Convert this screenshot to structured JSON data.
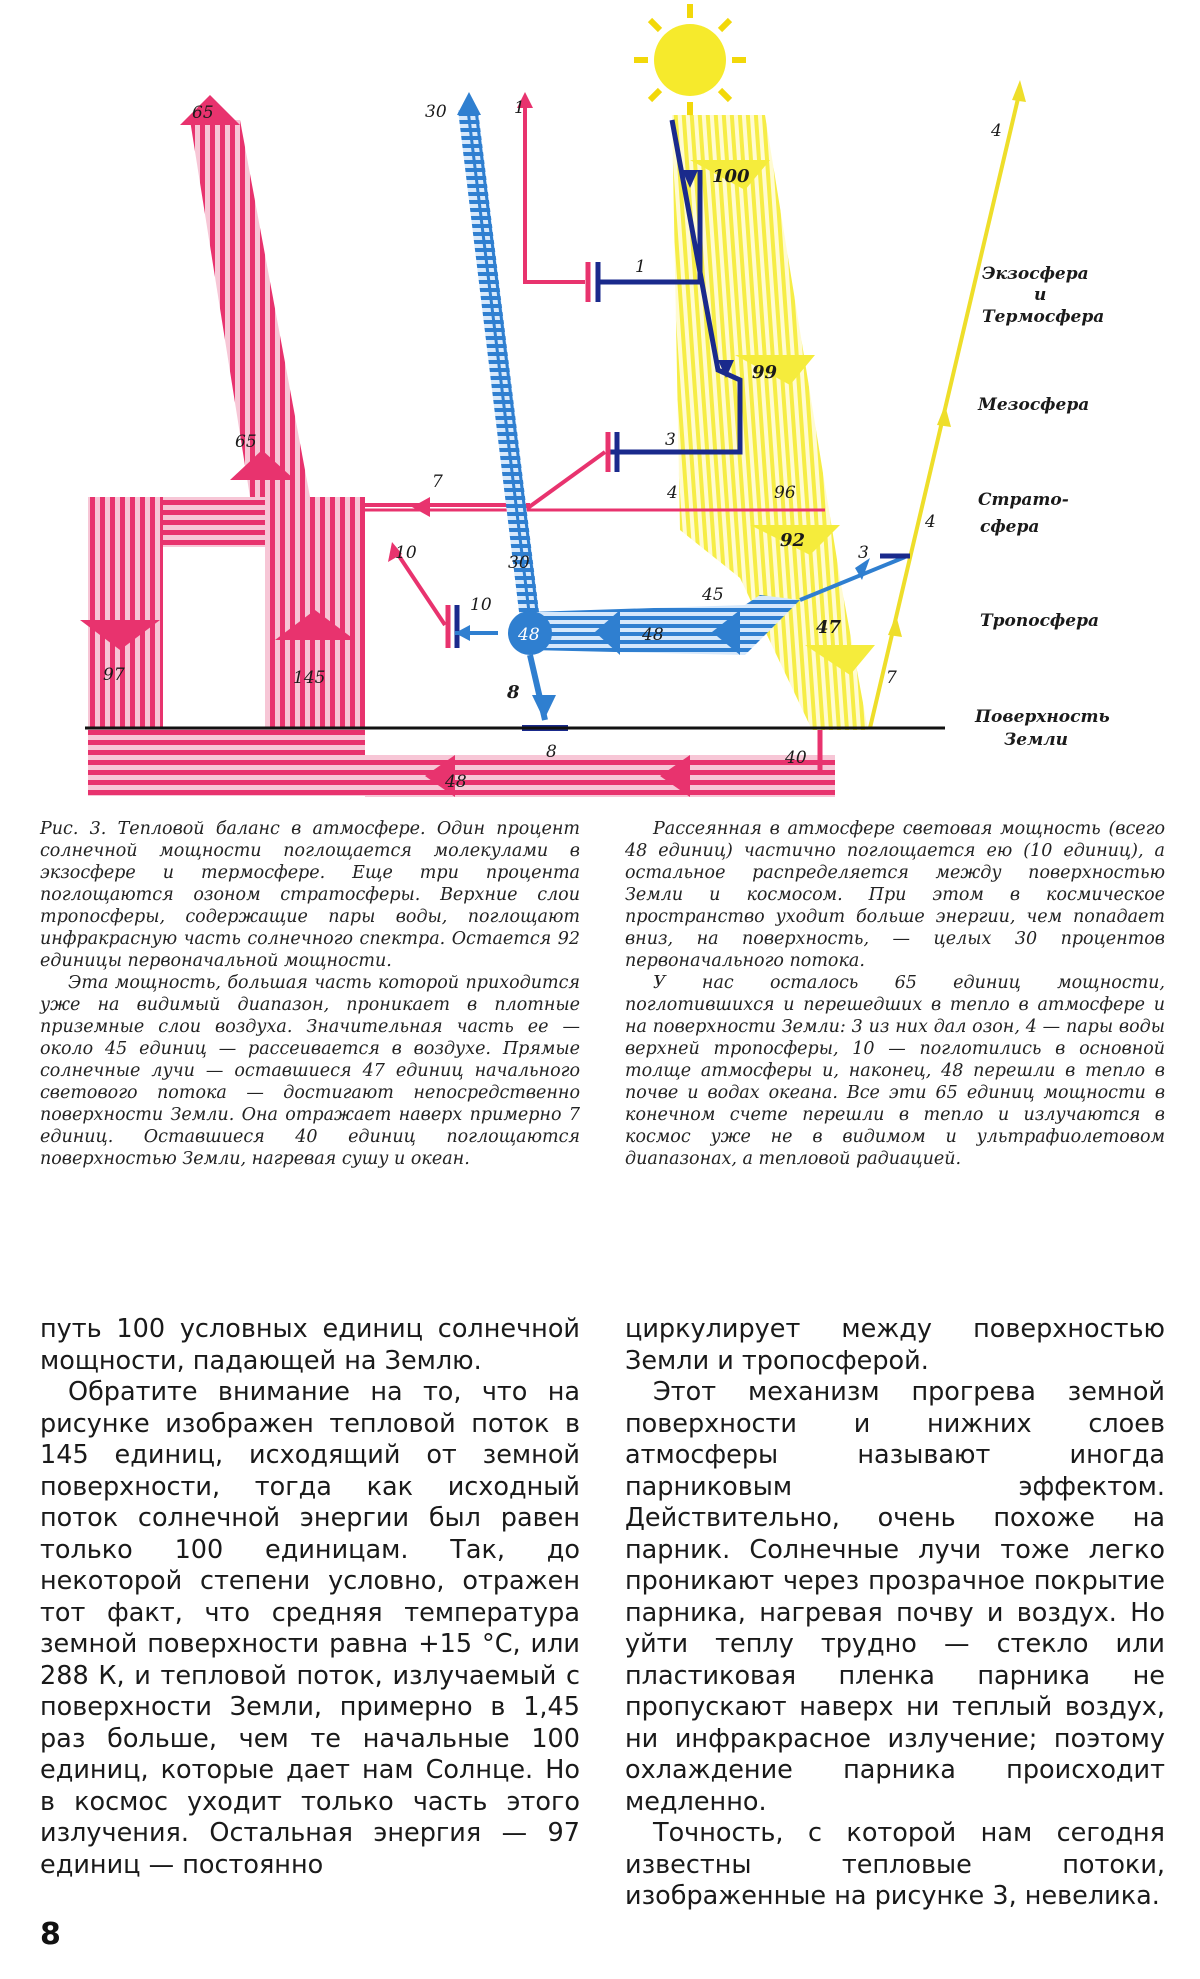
{
  "diagram": {
    "labels": {
      "l65_top": "65",
      "l65_mid": "65",
      "l30_top": "30",
      "l1_top": "1",
      "l100": "100",
      "l1": "1",
      "l4_top": "4",
      "l99": "99",
      "l3": "3",
      "l7": "7",
      "l4": "4",
      "l96": "96",
      "l10": "10",
      "l30_mid": "30",
      "l92": "92",
      "l3_right": "3",
      "l4_right": "4",
      "l45": "45",
      "l10_left": "10",
      "l48_center": "48",
      "l48_arrow": "48",
      "l47": "47",
      "l97": "97",
      "l145": "145",
      "l8": "8",
      "l7_right": "7",
      "l8_bottom": "8",
      "l48_bottom": "48",
      "l40": "40"
    },
    "layers": {
      "exo": "Экзосфера",
      "and": "и",
      "thermo": "Термосфера",
      "meso": "Мезосфера",
      "strato1": "Страто-",
      "strato2": "сфера",
      "tropo": "Тропосфера",
      "surface1": "Поверхность",
      "surface2": "Земли"
    },
    "colors": {
      "infrared": "#e8336e",
      "solar": "#f2ea3a",
      "scattered": "#2f7fd0",
      "direct": "#1a2a8c"
    }
  },
  "caption_left": [
    "Рис. 3. Тепловой баланс в атмосфере. Один процент солнечной мощности поглощается молекулами в экзосфере и термосфере. Еще три процента поглощаются озоном стратосферы. Верхние слои тропосферы, содержащие пары воды, поглощают инфракрасную часть солнечного спектра. Остается 92 единицы первоначальной мощности.",
    "Эта мощность, большая часть которой приходится уже на видимый диапазон, проникает в плотные приземные слои воздуха. Значительная часть ее — около 45 единиц — рассеивается в воздухе. Прямые солнечные лучи — оставшиеся 47 единиц начального светового потока — достигают непосредственно поверхности Земли. Она отражает наверх примерно 7 единиц. Оставшиеся 40 единиц поглощаются поверхностью Земли, нагревая сушу и океан."
  ],
  "caption_right": [
    "Рассеянная в атмосфере световая мощность (всего 48 единиц) частично поглощается ею (10 единиц), а остальное распределяется между поверхностью Земли и космосом. При этом в космическое пространство уходит больше энергии, чем попадает вниз, на поверхность, — целых 30 процентов первоначального потока.",
    "У нас осталось 65 единиц мощности, поглотившихся и перешедших в тепло в атмосфере и на поверхности Земли: 3 из них дал озон, 4 — пары воды верхней тропосферы, 10 — поглотились в основной толще атмосферы и, наконец, 48 перешли в тепло в почве и водах океана. Все эти 65 единиц мощности в конечном счете перешли в тепло и излучаются в космос уже не в видимом и ультрафиолетовом диапазонах, а тепловой радиацией."
  ],
  "body_left": [
    "путь 100 условных единиц солнечной мощности, падающей на Землю.",
    "Обратите внимание на то, что на рисунке изображен тепловой поток в 145 единиц, исходящий от земной поверхности, тогда как исходный поток солнечной энергии был равен только 100 единицам. Так, до некоторой степени условно, отражен тот факт, что средняя температура земной поверхности равна +15 °С, или 288 К, и тепловой поток, излучаемый с поверхности Земли, примерно в 1,45 раз больше, чем те начальные 100 единиц, которые дает нам Солнце. Но в космос уходит только часть этого излучения. Остальная энергия — 97 единиц — постоянно"
  ],
  "body_right": [
    "циркулирует между поверхностью Земли и тропосферой.",
    "Этот механизм прогрева земной поверхности и нижних слоев атмосферы называют иногда парниковым эффектом. Действительно, очень похоже на парник. Солнечные лучи тоже легко проникают через прозрачное покрытие парника, нагревая почву и воздух. Но уйти теплу трудно — стекло или пластиковая пленка парника не пропускают наверх ни теплый воздух, ни инфракрасное излучение; поэтому охлаждение парника происходит медленно.",
    "Точность, с которой нам сегодня известны тепловые потоки, изображенные на рисунке 3, невелика."
  ],
  "page_number": "8"
}
